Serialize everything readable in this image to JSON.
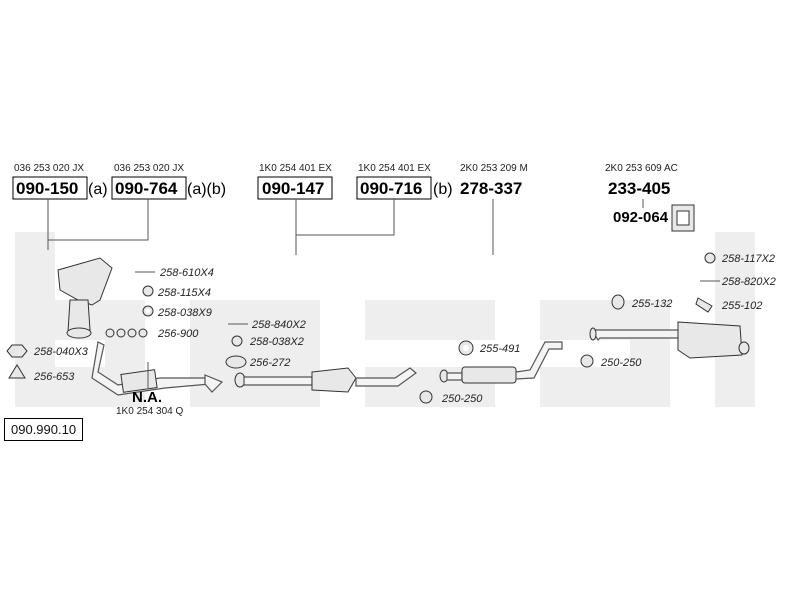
{
  "reference": "090.990.10",
  "parts": [
    {
      "oem": "036 253 020 JX",
      "number": "090-150",
      "note": "(a)"
    },
    {
      "oem": "036 253 020 JX",
      "number": "090-764",
      "note": "(a)(b)"
    },
    {
      "oem": "1K0 254 401 EX",
      "number": "090-147",
      "note": ""
    },
    {
      "oem": "1K0 254 401 EX",
      "number": "090-716",
      "note": "(b)"
    },
    {
      "oem": "2K0 253 209 M",
      "number": "278-337",
      "note": ""
    },
    {
      "oem": "2K0 253 609 AC",
      "number": "233-405",
      "note": ""
    }
  ],
  "small_part": "092-064",
  "na_label": "N.A.",
  "na_oem": "1K0 254 304 Q",
  "accessories": {
    "a258_610": "258-610X4",
    "a258_115": "258-115X4",
    "a258_038_9": "258-038X9",
    "a256_900": "256-900",
    "a258_040": "258-040X3",
    "a256_653": "256-653",
    "a258_840": "258-840X2",
    "a258_038_2": "258-038X2",
    "a256_272": "256-272",
    "a255_491": "255-491",
    "a250_250_a": "250-250",
    "a250_250_b": "250-250",
    "a258_117": "258-117X2",
    "a258_820": "258-820X2",
    "a255_132": "255-132",
    "a255_102": "255-102"
  }
}
